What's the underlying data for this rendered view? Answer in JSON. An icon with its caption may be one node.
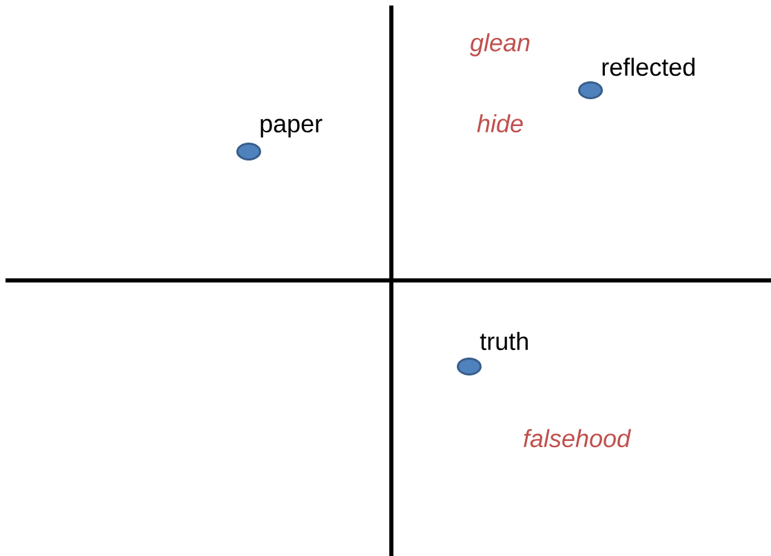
{
  "diagram": {
    "nodes": [
      {
        "text": [],
        "shape": "circle",
        "beside": [
          "reflected"
        ]
      },
      {
        "text": [],
        "shape": "circle",
        "beside": [
          "paper"
        ]
      },
      {
        "text": [],
        "shape": "circle",
        "beside": [
          "truth"
        ]
      }
    ],
    "labels": [
      "glean",
      "hide",
      "falsehood"
    ]
  }
}
